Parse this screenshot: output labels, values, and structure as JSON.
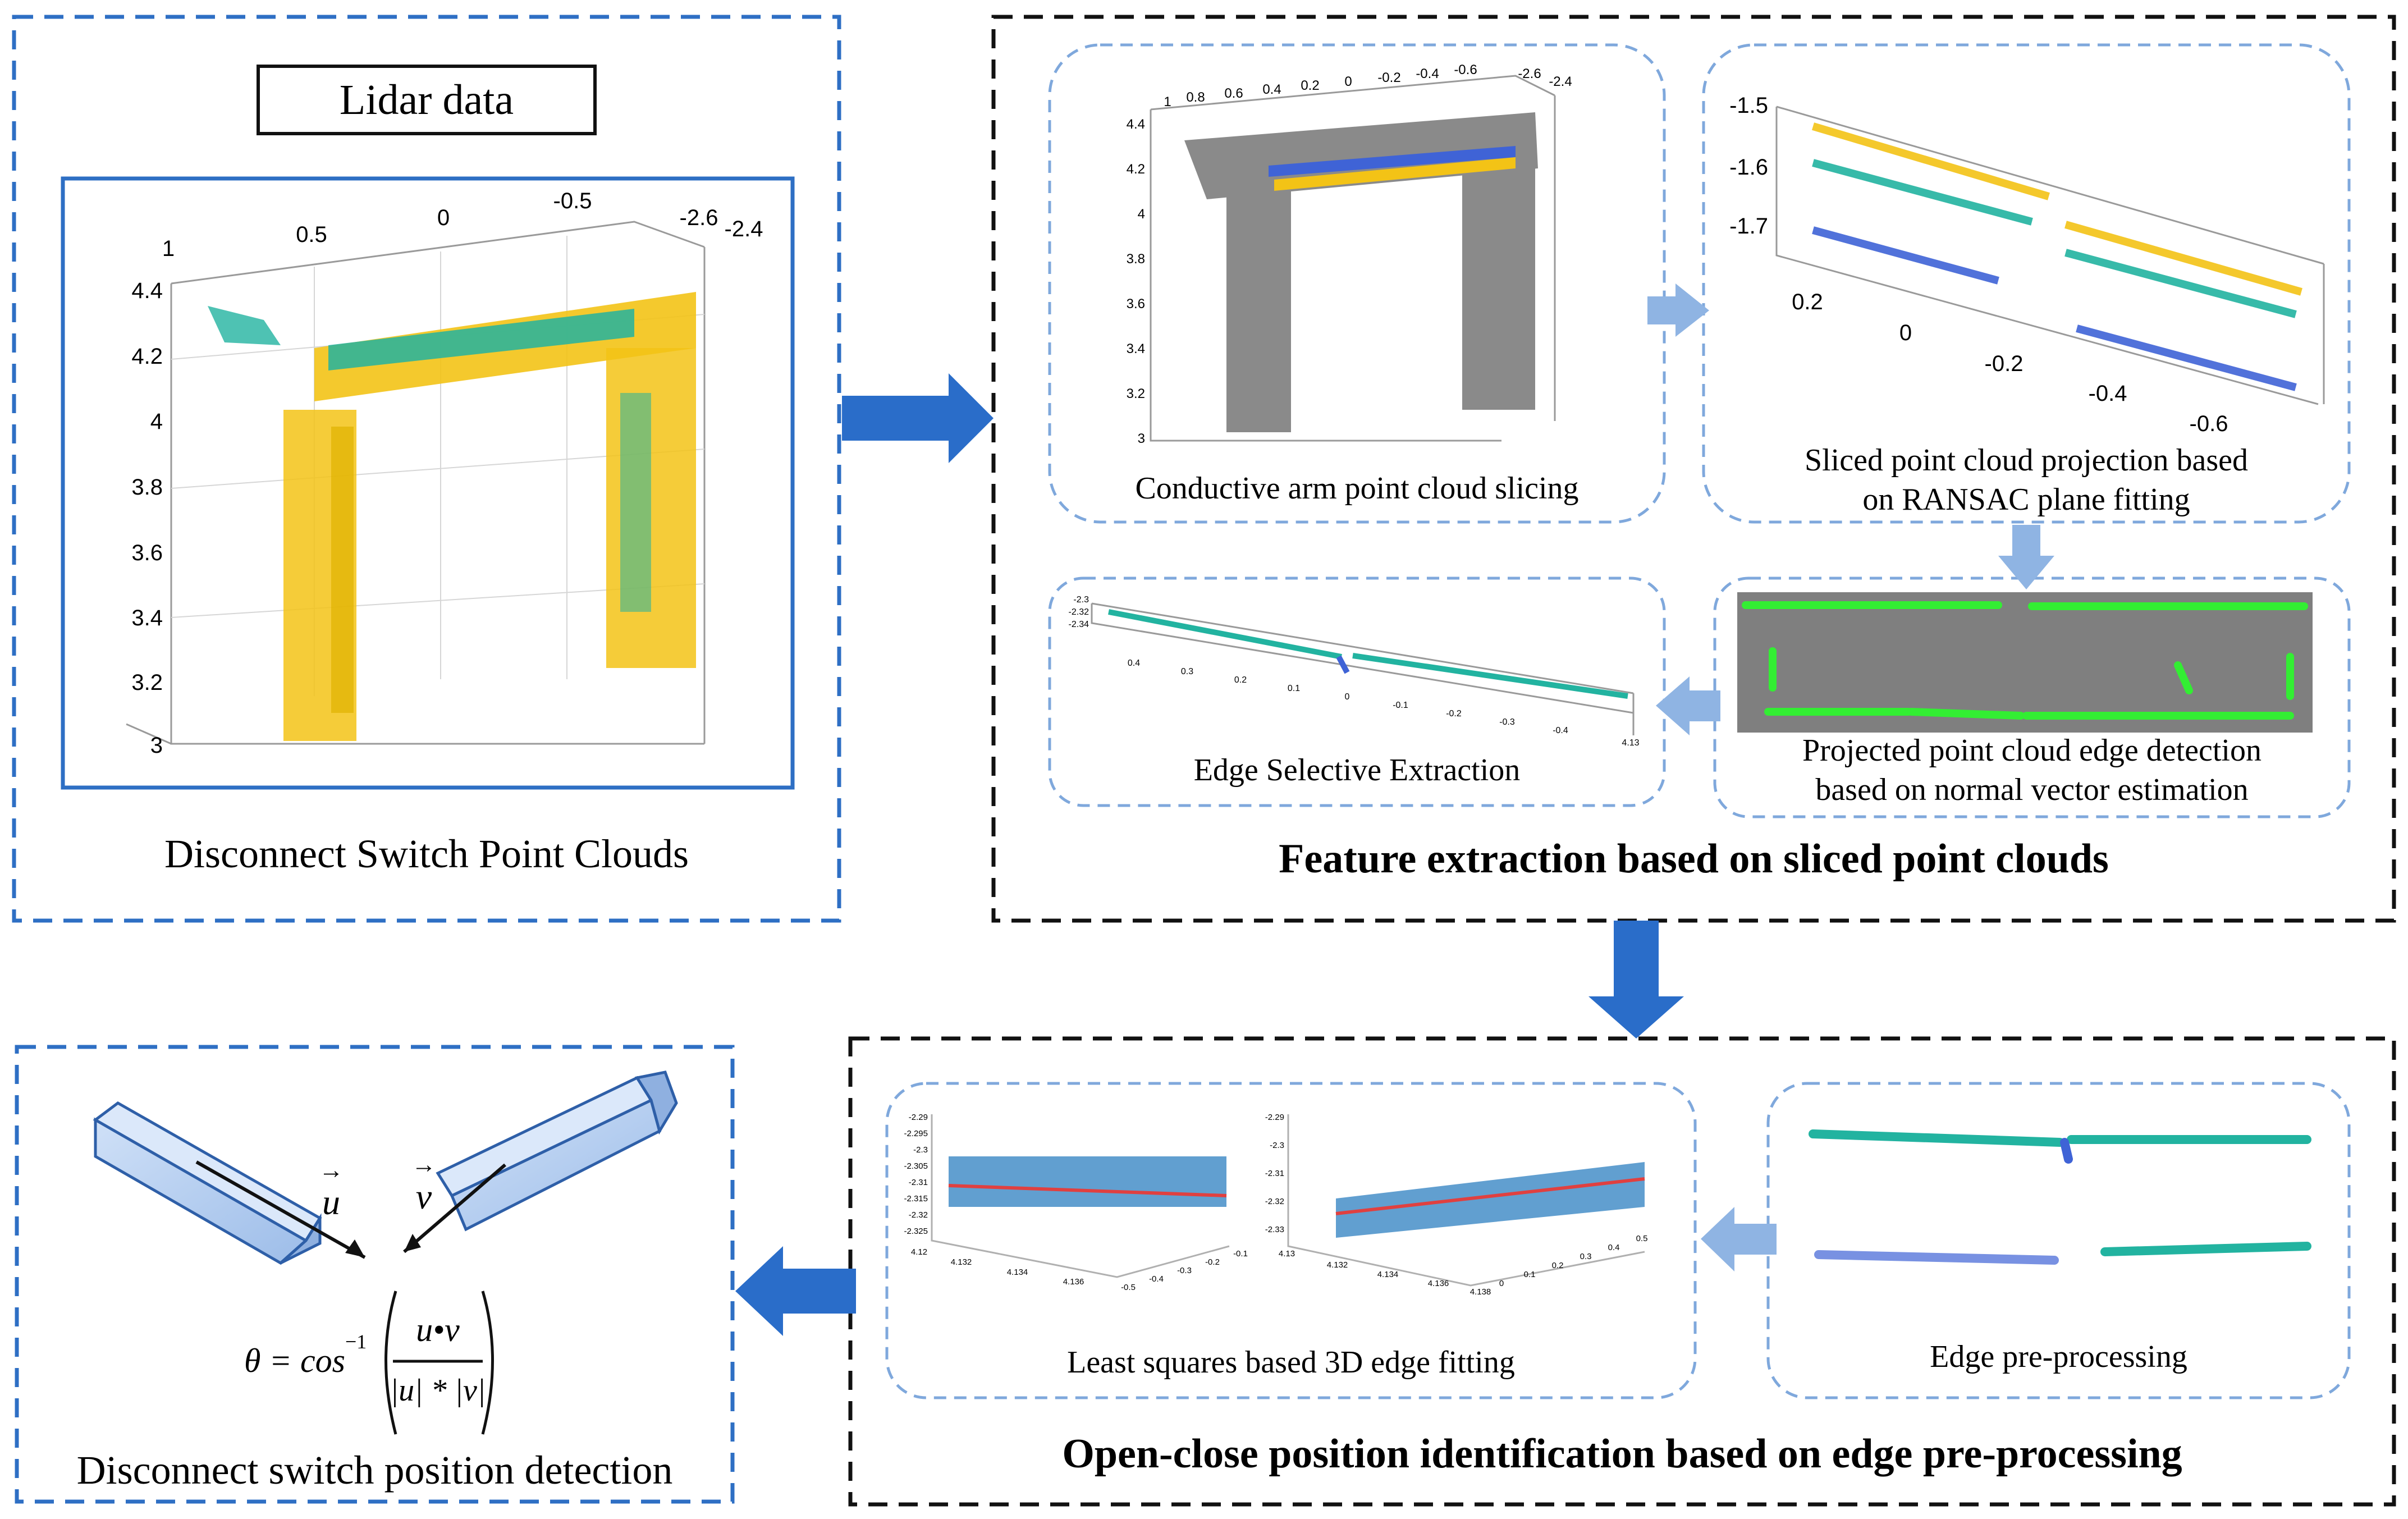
{
  "colors": {
    "blue_dashed": "#2e6fc4",
    "light_dashed": "#7fa8dc",
    "black_dashed": "#111111",
    "arrow_dark": "#2a6dc9",
    "arrow_light": "#8fb4e3",
    "point_yellow": "#f3c316",
    "point_teal": "#22b3a0",
    "point_blue": "#3f63d6",
    "point_gray": "#8a8a8a",
    "point_green": "#33ee33",
    "fit_red": "#e04040",
    "scatter_blue": "#2c7fc0"
  },
  "panel_lidar": {
    "title": "Lidar data",
    "caption": "Disconnect Switch Point Clouds",
    "axis_z": [
      "4.4",
      "4.2",
      "4",
      "3.8",
      "3.6",
      "3.4",
      "3.2",
      "3"
    ],
    "axis_x": [
      "1",
      "0.5",
      "0",
      "-0.5",
      "-2.6",
      "-2.4"
    ]
  },
  "feature_extraction": {
    "title": "Feature extraction based on sliced point clouds",
    "slicing": {
      "caption": "Conductive arm point cloud slicing",
      "axis_z": [
        "4.4",
        "4.2",
        "4",
        "3.8",
        "3.6",
        "3.4",
        "3.2",
        "3"
      ],
      "axis_x": [
        "1",
        "0.8",
        "0.6",
        "0.4",
        "0.2",
        "0",
        "-0.2",
        "-0.4",
        "-0.6",
        "-2.6",
        "-2.4"
      ]
    },
    "projection": {
      "caption_line1": "Sliced point cloud projection based",
      "caption_line2": "on RANSAC plane fitting",
      "axis_z": [
        "-1.5",
        "-1.6",
        "-1.7"
      ],
      "axis_x": [
        "0.2",
        "0",
        "-0.2",
        "-0.4",
        "-0.6"
      ]
    },
    "edge_detection": {
      "caption_line1": "Projected point cloud edge detection",
      "caption_line2": "based on normal vector estimation"
    },
    "edge_selective": {
      "caption": "Edge Selective Extraction",
      "axis_z": [
        "-2.3",
        "-2.32",
        "-2.34"
      ],
      "axis_x": [
        "0.4",
        "0.3",
        "0.2",
        "0.1",
        "0",
        "-0.1",
        "-0.2",
        "-0.3",
        "-0.4"
      ],
      "axis_y": [
        "4.13"
      ]
    }
  },
  "open_close": {
    "title": "Open-close position identification based on edge pre-processing",
    "least_squares": {
      "caption": "Least squares based 3D edge fitting",
      "left_z": [
        "-2.29",
        "-2.295",
        "-2.3",
        "-2.305",
        "-2.31",
        "-2.315",
        "-2.32",
        "-2.325"
      ],
      "left_y": [
        "4.132",
        "4.134",
        "4.136",
        "4.12"
      ],
      "left_x": [
        "-0.5",
        "-0.4",
        "-0.3",
        "-0.2",
        "-0.1"
      ],
      "right_z": [
        "-2.29",
        "-2.3",
        "-2.31",
        "-2.32",
        "-2.33"
      ],
      "right_y": [
        "4.13",
        "4.132",
        "4.134",
        "4.136",
        "4.138"
      ],
      "right_x": [
        "0",
        "0.1",
        "0.2",
        "0.3",
        "0.4",
        "0.5"
      ]
    },
    "preprocessing": {
      "caption": "Edge pre-processing"
    }
  },
  "position_detection": {
    "caption": "Disconnect switch position detection",
    "vector_u": "u",
    "vector_v": "v",
    "formula_lhs": "θ = cos",
    "formula_exp": "−1",
    "formula_num": "u•v",
    "formula_den": "|u| * |v|"
  }
}
